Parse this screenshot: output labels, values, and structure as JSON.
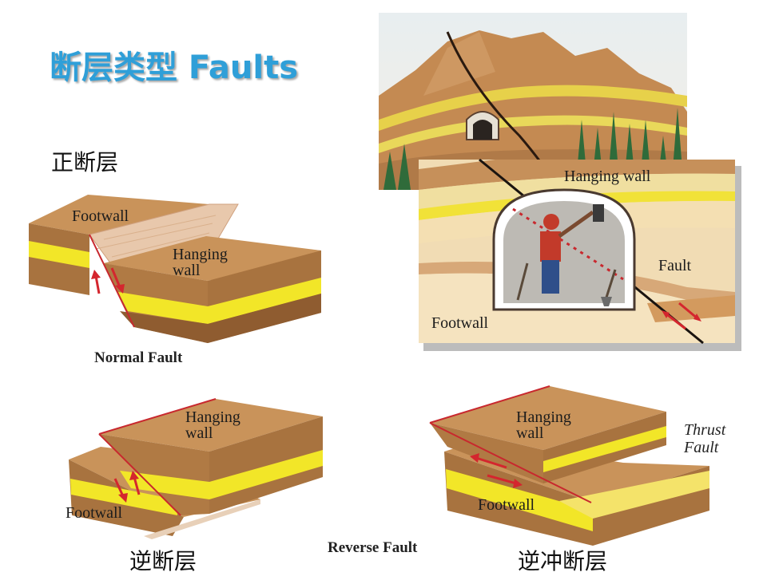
{
  "title": "断层类型 Faults",
  "normal_section": {
    "heading": "正断层",
    "footwall_label": "Footwall",
    "hanging_wall_label_line1": "Hanging",
    "hanging_wall_label_line2": "wall",
    "caption": "Normal Fault"
  },
  "tunnel_illustration": {
    "hanging_wall_label": "Hanging wall",
    "fault_label": "Fault",
    "footwall_label": "Footwall"
  },
  "reverse_section": {
    "hanging_wall_label_line1": "Hanging",
    "hanging_wall_label_line2": "wall",
    "footwall_label": "Footwall",
    "heading": "逆断层",
    "caption": "Reverse Fault"
  },
  "thrust_section": {
    "hanging_wall_label_line1": "Hanging",
    "hanging_wall_label_line2": "wall",
    "footwall_label": "Footwall",
    "fault_type_line1": "Thrust",
    "fault_type_line2": "Fault",
    "heading": "逆冲断层"
  },
  "colors": {
    "title": "#2f9fd8",
    "rock_top": "#c9935a",
    "rock_side": "#a8733f",
    "rock_dark": "#8a5a2e",
    "yellow_layer": "#f2e628",
    "fault_arrow": "#d4262e"
  }
}
